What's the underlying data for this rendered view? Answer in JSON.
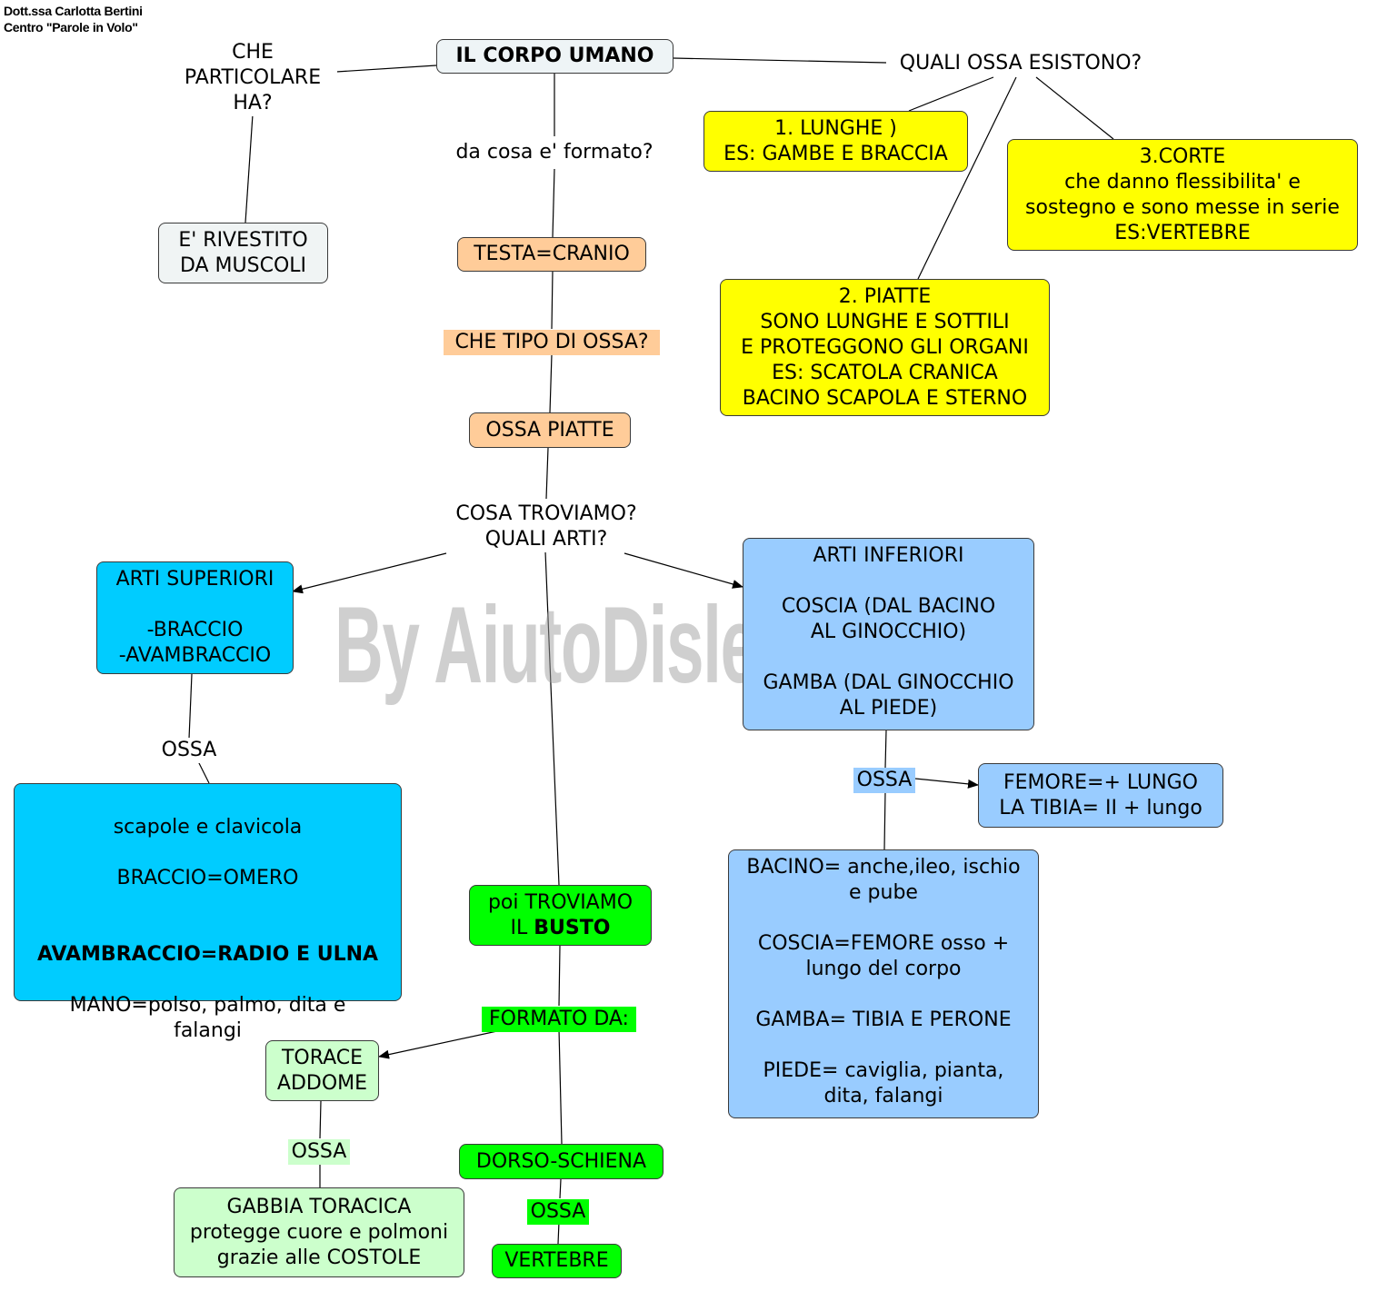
{
  "credit": {
    "line1": "Dott.ssa Carlotta Bertini",
    "line2": "Centro \"Parole in Volo\""
  },
  "watermark": "By AiutoDislessia.net",
  "colors": {
    "root": "#eef4f6",
    "orange": "#ffcc99",
    "yellow": "#ffff00",
    "cyan": "#00ccff",
    "lightblue": "#99ccff",
    "green": "#00ff00",
    "lightgreen": "#ccffcc",
    "grey": "#f0f4f4"
  },
  "nodes": {
    "root": "IL CORPO UMANO",
    "rivestito": "E' RIVESTITO\nDA MUSCOLI",
    "testa": "TESTA=CRANIO",
    "ossa_piatte": "OSSA PIATTE",
    "lunghe": "1. LUNGHE )\nES: GAMBE E BRACCIA",
    "corte": "3.CORTE\nche danno flessibilita' e\nsostegno e sono messe in serie\nES:VERTEBRE",
    "piatte": "2. PIATTE\nSONO LUNGHE E SOTTILI\nE PROTEGGONO GLI ORGANI\nES: SCATOLA CRANICA\nBACINO SCAPOLA E STERNO",
    "arti_superiori": "ARTI SUPERIORI\n\n-BRACCIO\n-AVAMBRACCIO",
    "scapole_1": "scapole e clavicola\n\nBRACCIO=OMERO\n",
    "scapole_bold": "AVAMBRACCIO=RADIO E ULNA",
    "scapole_2": "\nMANO=polso, palmo, dita e\nfalangi",
    "arti_inferiori": "ARTI INFERIORI\n\nCOSCIA (DAL BACINO\nAL GINOCCHIO)\n\nGAMBA (DAL GINOCCHIO\nAL PIEDE)",
    "femore": "FEMORE=+ LUNGO\nLA TIBIA= II + lungo",
    "bacino": "BACINO= anche,ileo, ischio\ne pube\n\nCOSCIA=FEMORE osso +\nlungo del corpo\n\nGAMBA= TIBIA E PERONE\n\nPIEDE= caviglia, pianta,\ndita, falangi",
    "busto_pre": "poi TROVIAMO\nIL ",
    "busto_bold": "BUSTO",
    "torace": "TORACE\nADDOME",
    "gabbia": "GABBIA TORACICA\nprotegge cuore e polmoni\ngrazie alle COSTOLE",
    "dorso": "DORSO-SCHIENA",
    "vertebre": "VERTEBRE"
  },
  "labels": {
    "che_particolare": "CHE\nPARTICOLARE\nHA?",
    "da_cosa": "da cosa e' formato?",
    "quali_ossa": "QUALI OSSA ESISTONO?",
    "che_tipo": "CHE TIPO DI OSSA?",
    "cosa_troviamo": "COSA TROVIAMO?\nQUALI ARTI?",
    "ossa_sup": "OSSA",
    "ossa_inf": "OSSA",
    "formato_da": "FORMATO DA:",
    "ossa_torace": "OSSA",
    "ossa_dorso": "OSSA"
  }
}
